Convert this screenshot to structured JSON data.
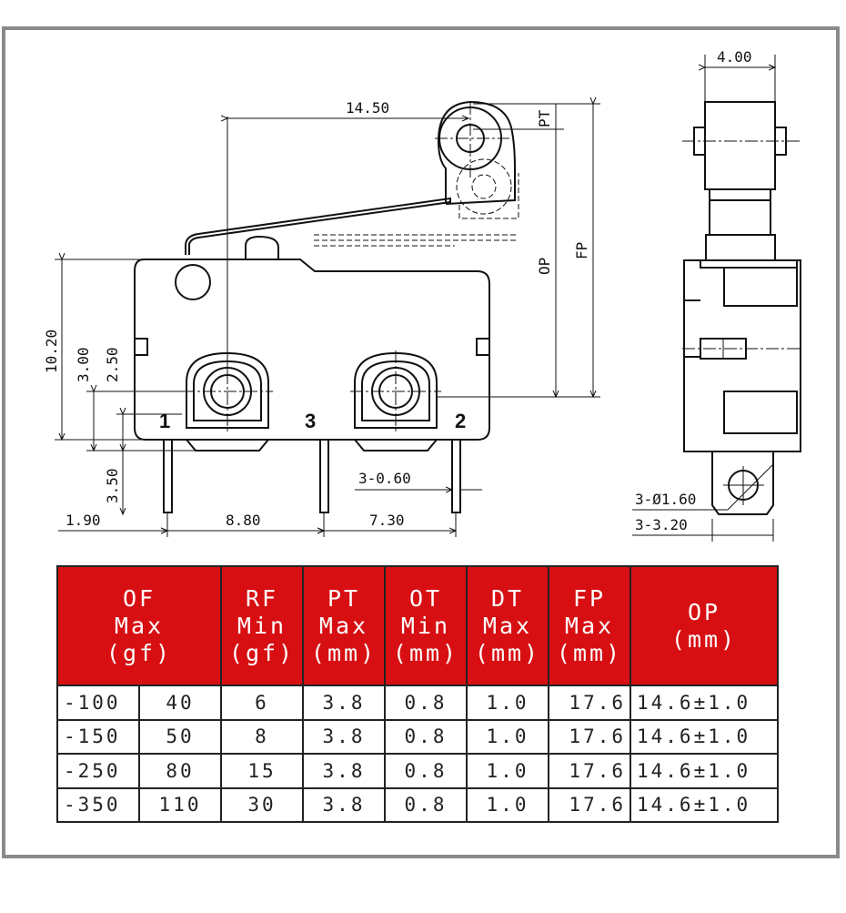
{
  "drawing": {
    "dim_top_width": "4.00",
    "dim_lever_length": "14.50",
    "label_pt": "PT",
    "label_op": "OP",
    "label_fp": "FP",
    "dim_height": "10.20",
    "dim_300": "3.00",
    "dim_250": "2.50",
    "dim_350": "3.50",
    "dim_pin_width": "3-0.60",
    "dim_left_offset": "1.90",
    "dim_pitch_1": "8.80",
    "dim_pitch_2": "7.30",
    "dim_hole_dia": "3-Ø1.60",
    "dim_tab": "3-3.20",
    "pin_1": "1",
    "pin_2": "2",
    "pin_3": "3"
  },
  "table": {
    "headers": {
      "of": [
        "OF",
        "Max",
        "(gf)"
      ],
      "rf": [
        "RF",
        "Min",
        "(gf)"
      ],
      "pt": [
        "PT",
        "Max",
        "(mm)"
      ],
      "ot": [
        "OT",
        "Min",
        "(mm)"
      ],
      "dt": [
        "DT",
        "Max",
        "(mm)"
      ],
      "fp": [
        "FP",
        "Max",
        "(mm)"
      ],
      "op": [
        "OP",
        "(mm)"
      ]
    },
    "rows": [
      [
        "-100",
        "40",
        "6",
        "3.8",
        "0.8",
        "1.0",
        "17.6",
        "14.6±1.0"
      ],
      [
        "-150",
        "50",
        "8",
        "3.8",
        "0.8",
        "1.0",
        "17.6",
        "14.6±1.0"
      ],
      [
        "-250",
        "80",
        "15",
        "3.8",
        "0.8",
        "1.0",
        "17.6",
        "14.6±1.0"
      ],
      [
        "-350",
        "110",
        "30",
        "3.8",
        "0.8",
        "1.0",
        "17.6",
        "14.6±1.0"
      ]
    ]
  },
  "colors": {
    "header_bg": "#d70f12",
    "header_text": "#ffffff",
    "frame": "#8a8a8a"
  }
}
